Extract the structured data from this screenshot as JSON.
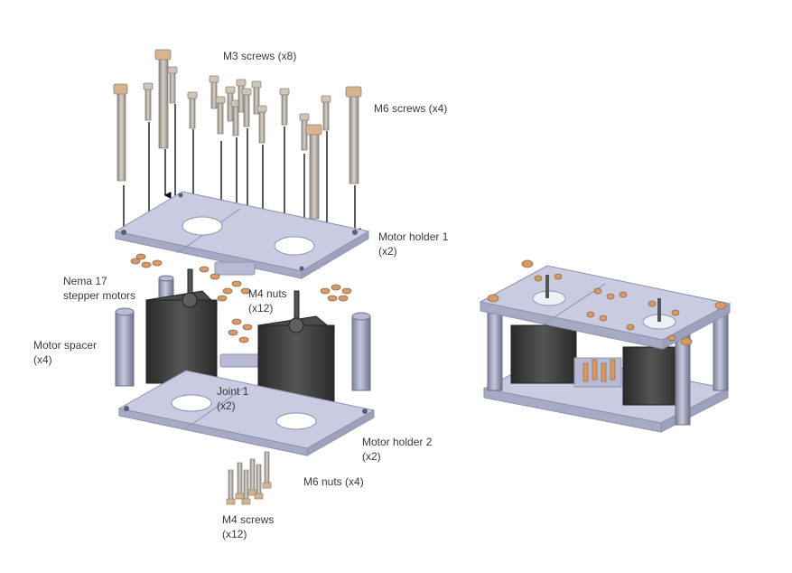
{
  "labels": {
    "m3_screws": "M3 screws (x8)",
    "m6_screws": "M6 screws (x4)",
    "motor_holder_1": {
      "line1": "Motor holder 1",
      "line2": "(x2)"
    },
    "nema17": {
      "line1": "Nema 17",
      "line2": "stepper motors"
    },
    "m4_nuts": {
      "line1": "M4 nuts",
      "line2": "(x12)"
    },
    "motor_spacer": {
      "line1": "Motor spacer",
      "line2": "(x4)"
    },
    "joint_1": {
      "line1": "Joint 1",
      "line2": "(x2)"
    },
    "motor_holder_2": {
      "line1": "Motor holder 2",
      "line2": "(x2)"
    },
    "m6_nuts": "M6 nuts (x4)",
    "m4_screws": {
      "line1": "M4 screws",
      "line2": "(x12)"
    }
  },
  "colors": {
    "plate": "#c9cbe0",
    "plate_edge": "#8f92b0",
    "motor": "#3d3d3d",
    "screw": "#b9b3aa",
    "nut": "#d49a6a",
    "arrow": "#000000"
  }
}
